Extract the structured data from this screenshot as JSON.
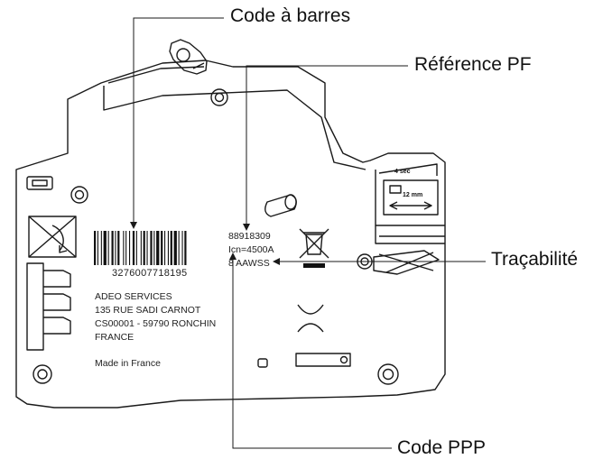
{
  "callouts": {
    "barcode": "Code à barres",
    "reference": "Référence PF",
    "traceability": "Traçabilité",
    "ppp": "Code PPP"
  },
  "label": {
    "barcode_number": "3276007718195",
    "address": [
      "ADEO SERVICES",
      "135 RUE SADI CARNOT",
      "CS00001 - 59790 RONCHIN",
      "FRANCE"
    ],
    "made_in": "Made in France",
    "reference_code": "88918309",
    "icn": "Icn=4500A",
    "ppp_code": "8 AAWSS"
  },
  "device_marks": {
    "sec_mark": "4 sec",
    "strip_length": "12 mm"
  },
  "icons": [
    "weee-crossed-bin-icon",
    "crossed-recycle-icon",
    "screw-icon",
    "clip-icon"
  ],
  "colors": {
    "line": "#1a1a1a",
    "background": "#ffffff"
  }
}
